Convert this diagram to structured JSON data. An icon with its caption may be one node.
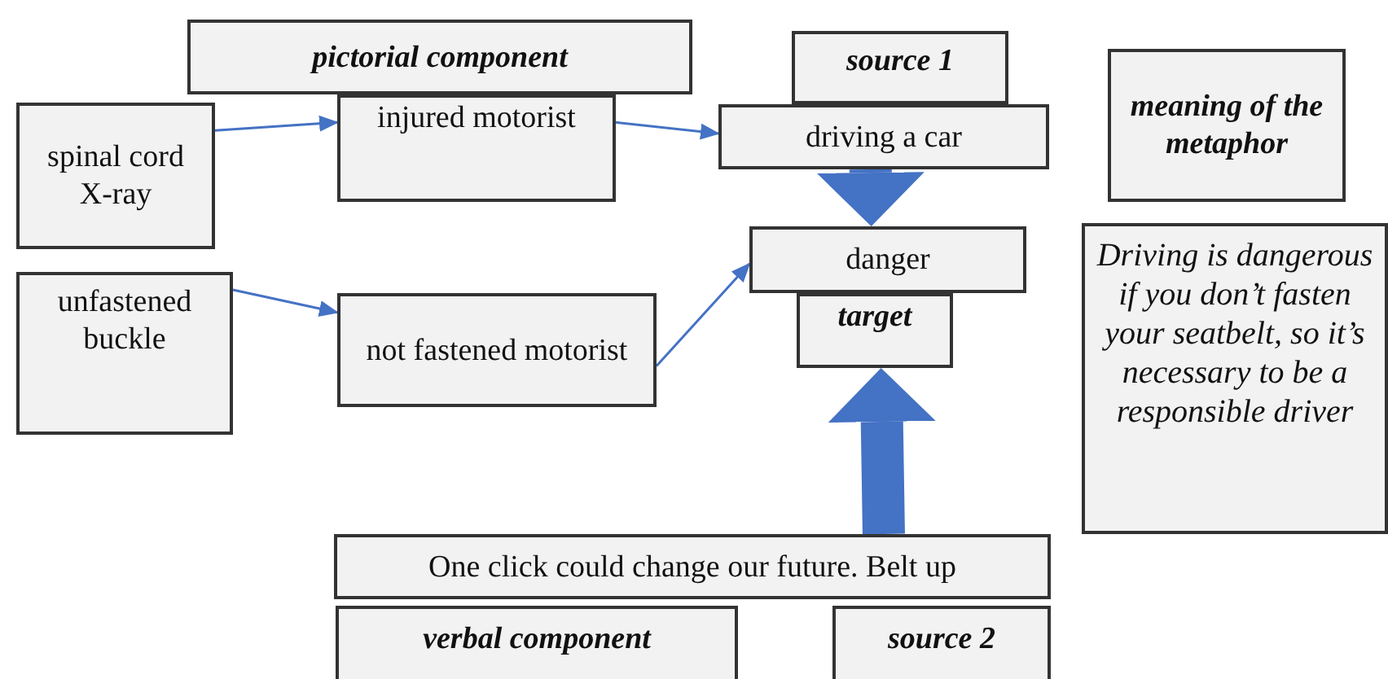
{
  "diagram": {
    "nodes": [
      {
        "text": [
          "pictorial component"
        ]
      },
      {
        "text": [
          "spinal cord X-ray"
        ]
      },
      {
        "text": [
          "injured motorist"
        ]
      },
      {
        "text": [
          "source 1"
        ]
      },
      {
        "text": [
          "driving a car"
        ]
      },
      {
        "text": [
          "meaning of the metaphor"
        ]
      },
      {
        "text": [
          "unfastened buckle"
        ]
      },
      {
        "text": [
          "not fastened motorist"
        ]
      },
      {
        "text": [
          "danger"
        ]
      },
      {
        "text": [
          "target"
        ]
      },
      {
        "text": [
          "Driving is dangerous if you don’t fasten your seatbelt, so it’s necessary to be a responsible driver"
        ]
      },
      {
        "text": [
          "One click could change our future. Belt up"
        ]
      },
      {
        "text": [
          "verbal component"
        ]
      },
      {
        "text": [
          "source 2"
        ]
      }
    ],
    "edges": [
      {
        "from": 1,
        "to": 2,
        "arrow": "to"
      },
      {
        "from": 2,
        "to": 4,
        "arrow": "to"
      },
      {
        "from": 6,
        "to": 7,
        "arrow": "to"
      },
      {
        "from": 7,
        "to": 8,
        "arrow": "to"
      },
      {
        "from": 4,
        "to": 8,
        "arrow": "to",
        "style": "thick"
      },
      {
        "from": 11,
        "to": 9,
        "arrow": "to",
        "style": "thick"
      }
    ]
  }
}
